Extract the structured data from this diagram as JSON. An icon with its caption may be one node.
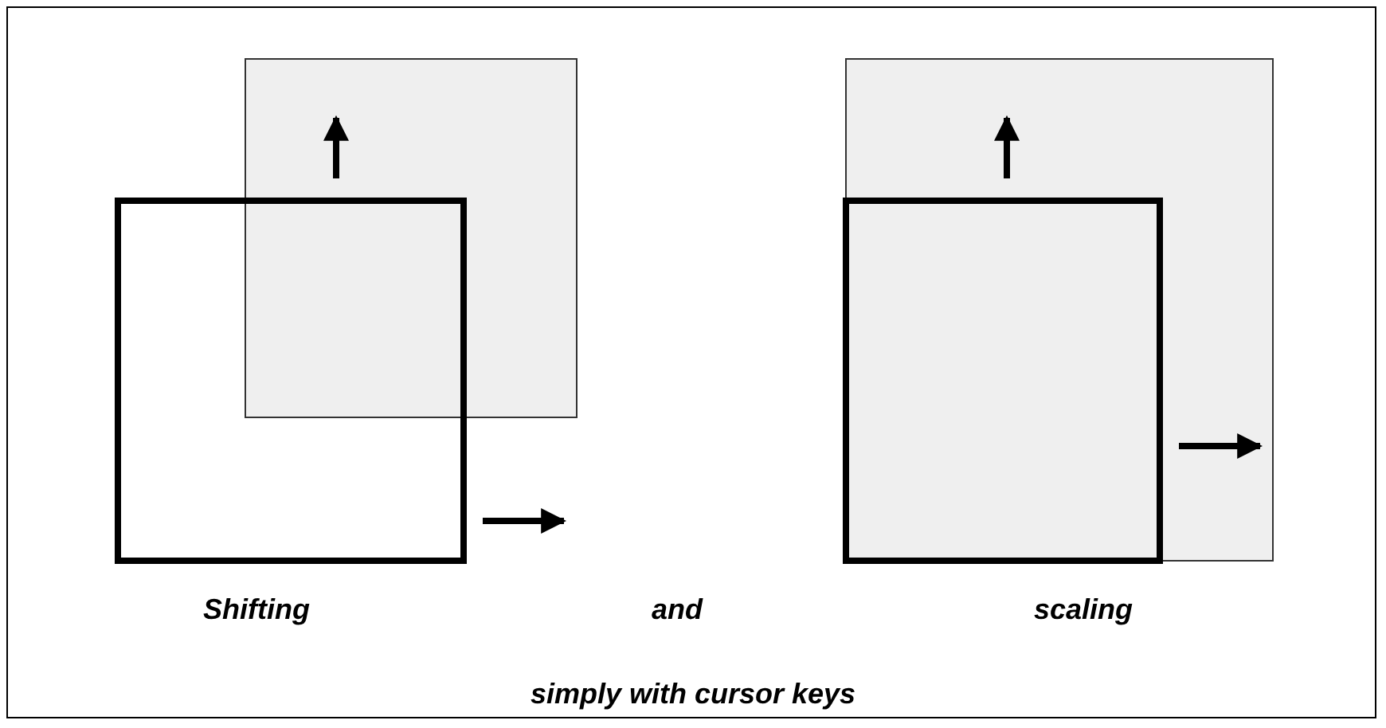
{
  "diagram": {
    "labels": [
      "Shifting",
      "and",
      "scaling",
      "simply with cursor keys"
    ]
  }
}
